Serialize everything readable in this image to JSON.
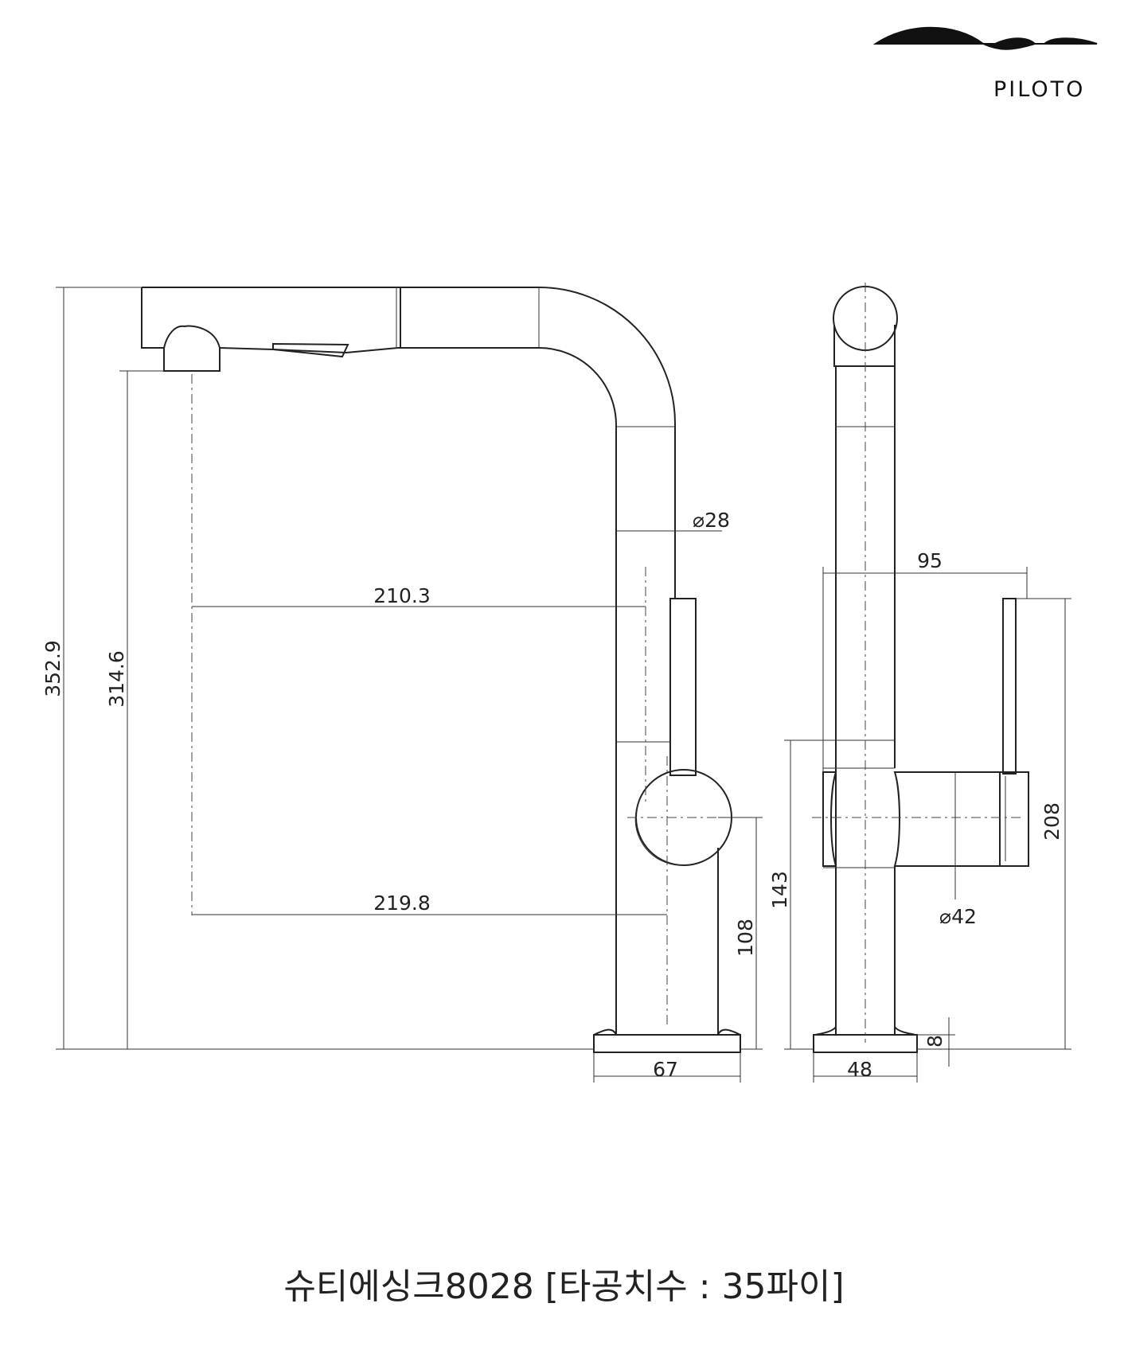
{
  "brand": {
    "name": "PILOTO"
  },
  "caption": "슈티에싱크8028 [타공치수 : 35파이]",
  "dimensions": {
    "total_height": "352.9",
    "spout_outlet_height": "314.6",
    "reach_upper": "210.3",
    "reach_lower": "219.8",
    "spout_diameter": "28",
    "handle_height": "108",
    "base_width_front": "67",
    "body_height": "143",
    "lever_reach": "95",
    "handle_diameter": "42",
    "lever_top_height": "208",
    "base_thickness": "8",
    "base_width_side": "48"
  },
  "symbols": {
    "diameter": "⌀"
  }
}
